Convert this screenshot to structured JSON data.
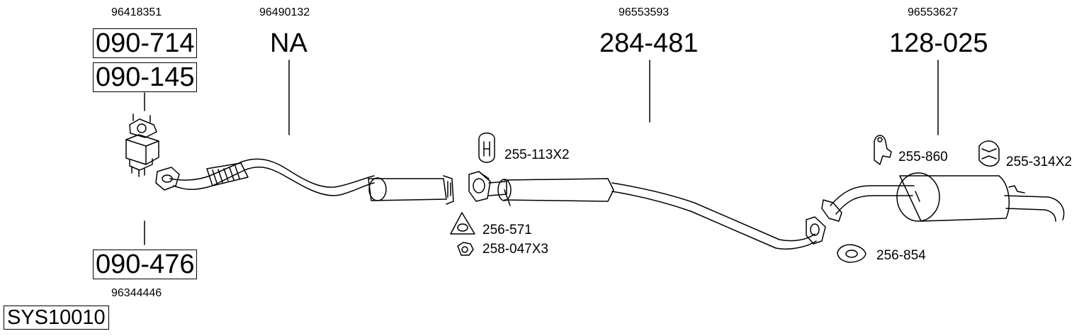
{
  "system_code": "SYS10010",
  "parts": {
    "catalyst_a": {
      "part_no": "090-714",
      "oe": "96418351"
    },
    "catalyst_b": {
      "part_no": "090-145"
    },
    "catalyst_c": {
      "part_no": "090-476",
      "oe": "96344446"
    },
    "front_pipe": {
      "part_no": "NA",
      "oe": "96490132"
    },
    "middle_silencer": {
      "part_no": "284-481",
      "oe": "96553593"
    },
    "rear_silencer": {
      "part_no": "128-025",
      "oe": "96553627"
    }
  },
  "accessories": {
    "rubber_mount_mid": "255-113X2",
    "gasket_front": "256-571",
    "nut": "258-047X3",
    "rubber_mount_rear": "255-860",
    "rubber_mount_end": "255-314X2",
    "gasket_rear": "256-854"
  }
}
